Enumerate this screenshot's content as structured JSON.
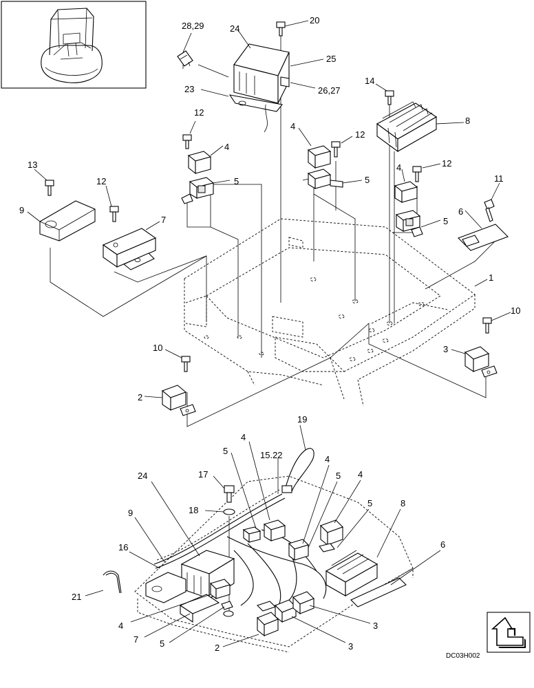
{
  "labels": {
    "l1": "1",
    "l2a": "2",
    "l2b": "2",
    "l3a": "3",
    "l3b": "3",
    "l3c": "3",
    "l4a": "4",
    "l4b": "4",
    "l4c": "4",
    "l4d": "4",
    "l4e": "4",
    "l4f": "4",
    "l4g": "4",
    "l5a": "5",
    "l5b": "5",
    "l5c": "5",
    "l5d": "5",
    "l5e": "5",
    "l5f": "5",
    "l5g": "5",
    "l6a": "6",
    "l6b": "6",
    "l7a": "7",
    "l7b": "7",
    "l8a": "8",
    "l8b": "8",
    "l9a": "9",
    "l9b": "9",
    "l10a": "10",
    "l10b": "10",
    "l11": "11",
    "l12a": "12",
    "l12b": "12",
    "l12c": "12",
    "l12d": "12",
    "l13": "13",
    "l14": "14",
    "l1522": "15.22",
    "l16": "16",
    "l17": "17",
    "l18": "18",
    "l19": "19",
    "l20": "20",
    "l21": "21",
    "l23": "23",
    "l24a": "24",
    "l24b": "24",
    "l25": "25",
    "l2627": "26,27",
    "l2829": "28,29"
  },
  "drawing_code": "DC03H002",
  "icon": "navigation-arrow-icon"
}
